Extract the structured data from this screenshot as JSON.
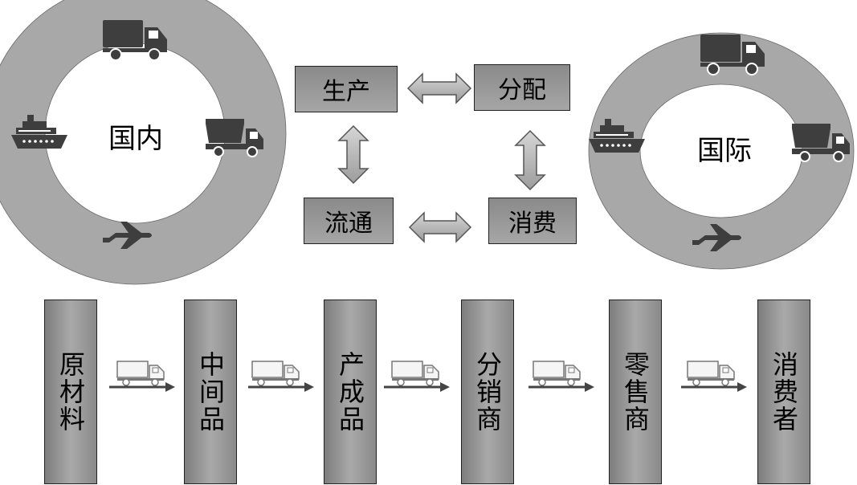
{
  "rings": {
    "domestic": {
      "label": "国内"
    },
    "international": {
      "label": "国际"
    }
  },
  "cycle": {
    "production": "生产",
    "distribution": "分配",
    "circulation": "流通",
    "consumption": "消费"
  },
  "chain": {
    "stages": [
      "原材料",
      "中间品",
      "产成品",
      "分销商",
      "零售商",
      "消费者"
    ]
  },
  "colors": {
    "ring": "#a8a8a8",
    "box_fill": "#9a9a9a",
    "icon_dark": "#3e3e3e",
    "arrow_light": "#b5b5b5"
  },
  "icons": [
    "truck-icon",
    "dump-truck-icon",
    "ship-icon",
    "airplane-icon",
    "light-truck-icon",
    "double-arrow-icon",
    "right-arrow-icon"
  ]
}
